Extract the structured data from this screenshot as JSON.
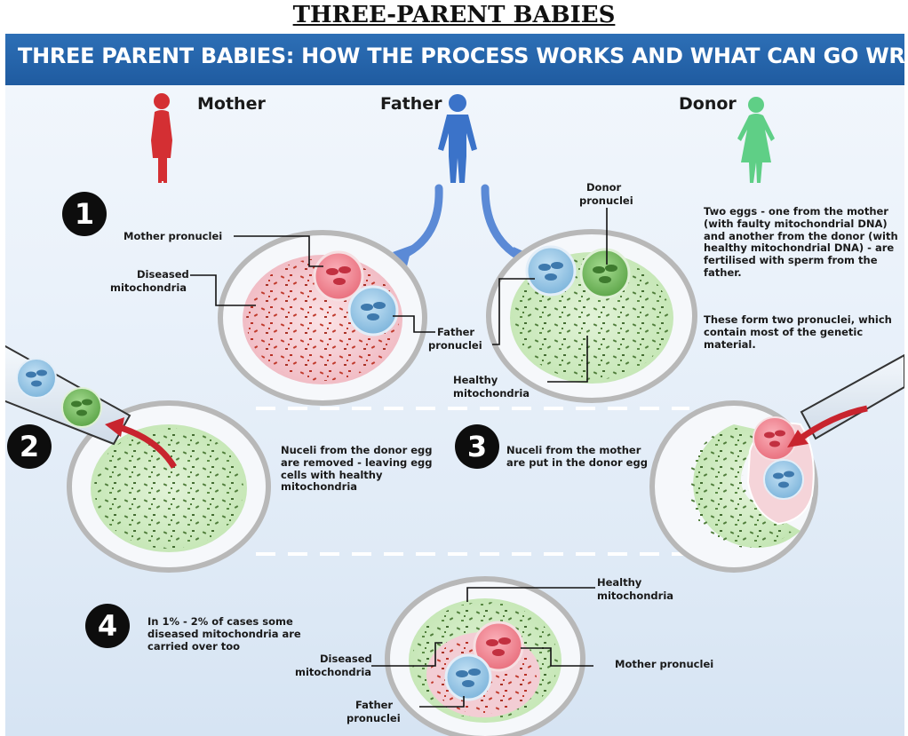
{
  "title": "THREE-PARENT BABIES",
  "banner": "THREE PARENT BABIES:  HOW THE PROCESS WORKS AND WHAT CAN GO WRONG",
  "people": {
    "mother": "Mother",
    "father": "Father",
    "donor": "Donor"
  },
  "steps": [
    "1",
    "2",
    "3",
    "4"
  ],
  "step1": {
    "mother_pronuclei": "Mother pronuclei",
    "diseased_mito_1": "Diseased",
    "diseased_mito_2": "mitochondria",
    "donor_pronuclei_1": "Donor",
    "donor_pronuclei_2": "pronuclei",
    "father_pronuclei_1": "Father",
    "father_pronuclei_2": "pronuclei",
    "healthy_mito_1": "Healthy",
    "healthy_mito_2": "mitochondria",
    "desc_1": "Two eggs - one from the mother (with faulty mitochondrial DNA) and another from the donor (with healthy mitochondrial DNA) - are fertilised with sperm from the father.",
    "desc_2": "These form two pronuclei, which contain most of the genetic material."
  },
  "step2": {
    "desc": "Nuceli from the donor egg are removed - leaving egg cells with healthy mitochondria"
  },
  "step3": {
    "desc": "Nuceli from the mother are put in the donor egg"
  },
  "step4": {
    "desc": "In 1% - 2% of cases some diseased mitochondria are carried over too",
    "healthy_1": "Healthy",
    "healthy_2": "mitochondria",
    "mother_pronuclei": "Mother pronuclei",
    "diseased_1": "Diseased",
    "diseased_2": "mitochondria",
    "father_1": "Father",
    "father_2": "pronuclei"
  },
  "colors": {
    "banner": "#2466ad",
    "mother": "#d42f33",
    "father": "#3b73c9",
    "donor": "#5fcf86",
    "egg_red": "#f2c4cc",
    "egg_green": "#cde9c0",
    "healthy_dots": "#4f7d3a",
    "diseased_dots": "#c0392b"
  }
}
